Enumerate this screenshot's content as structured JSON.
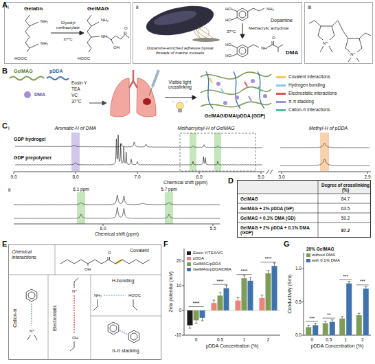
{
  "diagram": {
    "nodes": [
      {
        "text": [
          "i",
          "Gelatin",
          "GelMAG",
          "Glycidyl methacrylate",
          "37°C",
          "NH₂",
          "NH₂",
          "HOOC",
          "NH₂",
          "NH",
          "OH",
          "O",
          "HOOC"
        ]
      },
      {
        "text": [
          "ii",
          "Dopamine-enriched adhesive byssal threads of marine mussels",
          "HO",
          "HO",
          "NH₂",
          "Dopamine",
          "Methacrylic anhydride",
          "37°C",
          "HO",
          "HO",
          "NH",
          "O",
          "DMA"
        ]
      },
      {
        "text": [
          "iii",
          "N⁺",
          "N⁺"
        ]
      },
      {
        "text": [
          "Degree of crosslinking (%)",
          "GelMAG",
          "84.7",
          "GelMAG + 2% pDDA (GP)",
          "63.5",
          "GelMAG + 0.1% DMA (GD)",
          "59.2",
          "GelMAG + 2% pDDA + 0.1% DMA (GDP)",
          "87.2"
        ]
      },
      {
        "text": [
          "Chemical interactions",
          "Covalent",
          "O",
          "OH",
          "H-bonding",
          "NH₂",
          "HOOC",
          "Cation-π",
          "N⁺",
          "Electrostatic",
          "N⁺",
          "OH",
          "π-π stacking"
        ]
      }
    ],
    "labels": [
      "A",
      "B",
      "GelMAG",
      "pDDA",
      "DMA",
      "Eosin Y",
      "TEA",
      "VC",
      "37°C",
      "Visible light crosslinking",
      "GelMAG/DMA/pDDA (GDP)",
      "C",
      "i",
      "Aromatic-H of DMA",
      "Methacryloyl-H of GelMAG",
      "Methyl-H of pDDA",
      "GDP hydrogel",
      "GDP prepolymer",
      "9.0",
      "8.0",
      "7.0",
      "6.0",
      "5.0",
      "3.0",
      "2.9",
      "Chemical shift (ppm)",
      "ii",
      "6.1 ppm",
      "5.7 ppm",
      "6.0",
      "5.5",
      "Chemical shift (ppm)",
      "D",
      "E",
      "F",
      "Zeta potential (mV)",
      "20",
      "10",
      "0",
      "-10",
      "0",
      "0.5",
      "1",
      "2",
      "pDDA Concentration (%)",
      "****",
      "****",
      "****",
      "****",
      "G",
      "Conductivity (S/m)",
      "1.0",
      "0.5",
      "0.0",
      "0",
      "0.5",
      "1",
      "2",
      "pDDA Concentration (%)",
      "20% GelMAG",
      "***",
      "**",
      "***",
      "***"
    ],
    "legend": [
      {
        "text": "Covalent interactions",
        "color": "#f2c94c"
      },
      {
        "text": "Hydrogen bonding",
        "color": "#8cc4ea"
      },
      {
        "text": "Electrostatic interactions",
        "color": "#e0524f"
      },
      {
        "text": "π-π stacking",
        "color": "#a58fd6"
      },
      {
        "text": "Cation-π interactions",
        "color": "#5bb5a2"
      },
      {
        "text": "Eosin Y/TEA/VC",
        "color": "#1a1a1a"
      },
      {
        "text": "pDDA",
        "color": "#e8847c"
      },
      {
        "text": "GelMAG/pDDA",
        "color": "#7e9c55"
      },
      {
        "text": "GelMAG/pDDA/DMA",
        "color": "#3f73ad"
      },
      {
        "text": "without DMA",
        "color": "#7e9c55"
      },
      {
        "text": "with 0.1% DMA",
        "color": "#3f73ad"
      }
    ]
  }
}
